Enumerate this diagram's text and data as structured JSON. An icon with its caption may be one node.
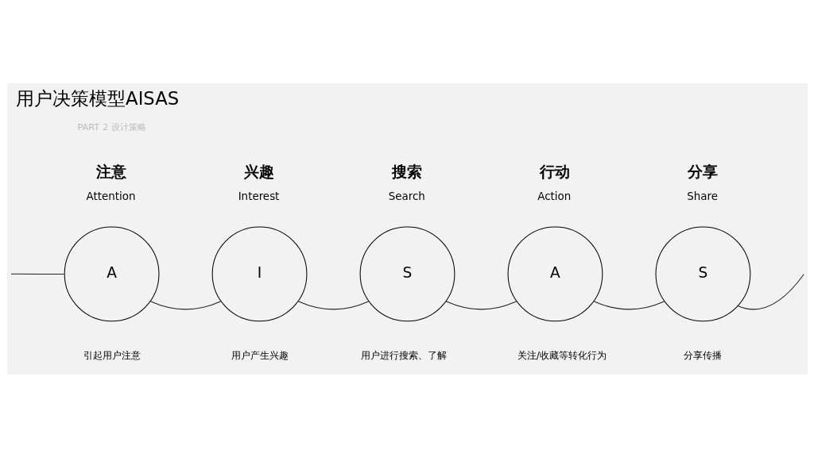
{
  "diagram": {
    "title": "用户决策模型AISAS",
    "nodes": [
      {
        "text": [
          "A"
        ],
        "beside": [
          "注意",
          "Attention",
          "引起用户注意"
        ]
      },
      {
        "text": [
          "I"
        ],
        "beside": [
          "兴趣",
          "Interest",
          "用户产生兴趣"
        ]
      },
      {
        "text": [
          "S"
        ],
        "beside": [
          "搜索",
          "Search",
          "用户进行搜索、了解"
        ]
      },
      {
        "text": [
          "A"
        ],
        "beside": [
          "行动",
          "Action",
          "关注/收藏等转化行为"
        ]
      },
      {
        "text": [
          "S"
        ],
        "beside": [
          "分享",
          "Share",
          "分享传播"
        ]
      }
    ],
    "edges": [
      {
        "from": null,
        "to": 0,
        "arrow": "none"
      },
      {
        "from": 0,
        "to": 1,
        "arrow": "none"
      },
      {
        "from": 1,
        "to": 2,
        "arrow": "none"
      },
      {
        "from": 2,
        "to": 3,
        "arrow": "none"
      },
      {
        "from": 3,
        "to": 4,
        "arrow": "none"
      },
      {
        "from": 4,
        "to": null,
        "arrow": "none"
      }
    ],
    "labels": [
      "PART 2 设计策略"
    ]
  }
}
